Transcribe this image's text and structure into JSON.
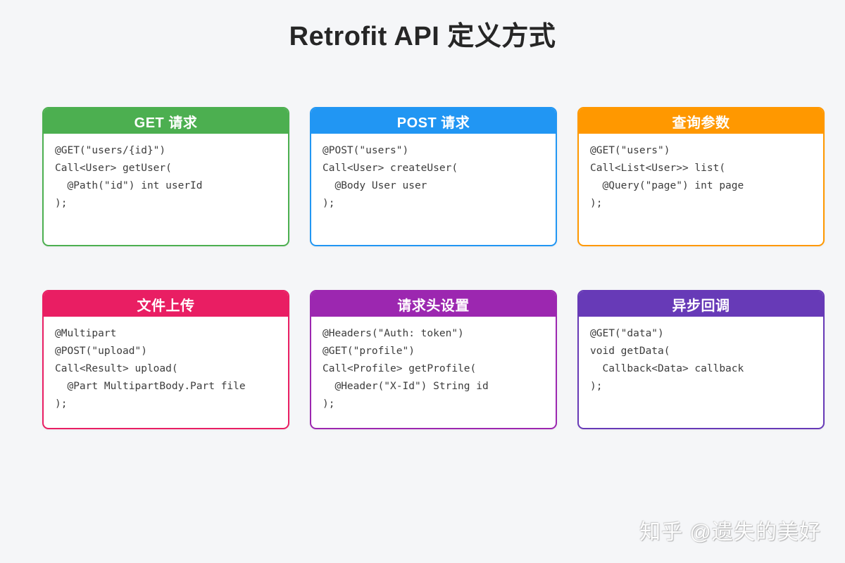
{
  "page": {
    "title": "Retrofit API 定义方式",
    "background_color": "#f5f6f8",
    "watermark": "知乎 @遗失的美好"
  },
  "cards": [
    {
      "title": "GET 请求",
      "color": "#4caf50",
      "code": [
        "@GET(\"users/{id}\")",
        "Call<User> getUser(",
        "  @Path(\"id\") int userId",
        ");"
      ]
    },
    {
      "title": "POST 请求",
      "color": "#2196f3",
      "code": [
        "@POST(\"users\")",
        "Call<User> createUser(",
        "  @Body User user",
        ");"
      ]
    },
    {
      "title": "查询参数",
      "color": "#ff9800",
      "code": [
        "@GET(\"users\")",
        "Call<List<User>> list(",
        "  @Query(\"page\") int page",
        ");"
      ]
    },
    {
      "title": "文件上传",
      "color": "#e91e63",
      "code": [
        "@Multipart",
        "@POST(\"upload\")",
        "Call<Result> upload(",
        "  @Part MultipartBody.Part file",
        ");"
      ]
    },
    {
      "title": "请求头设置",
      "color": "#9c27b0",
      "code": [
        "@Headers(\"Auth: token\")",
        "@GET(\"profile\")",
        "Call<Profile> getProfile(",
        "  @Header(\"X-Id\") String id",
        ");"
      ]
    },
    {
      "title": "异步回调",
      "color": "#673ab7",
      "code": [
        "@GET(\"data\")",
        "void getData(",
        "  Callback<Data> callback",
        ");"
      ]
    }
  ]
}
